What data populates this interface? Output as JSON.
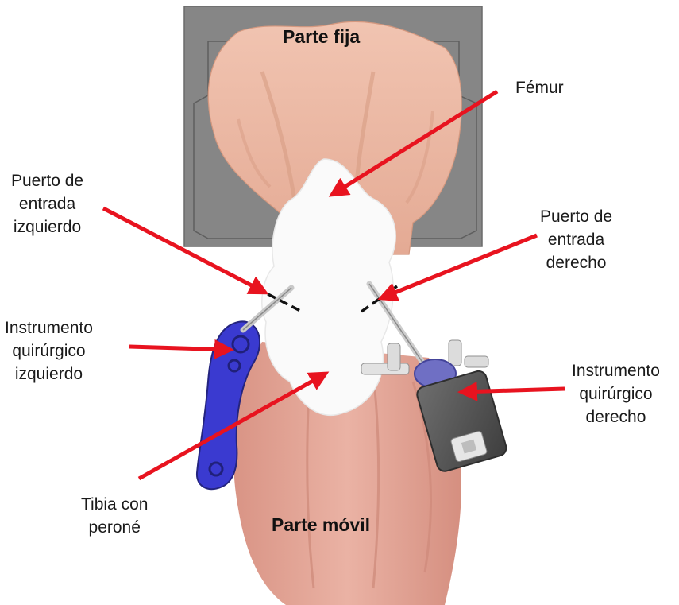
{
  "figure": {
    "labels": {
      "fixed_part": "Parte fija",
      "mobile_part": "Parte móvil",
      "femur": "Fémur",
      "left_port": [
        "Puerto de",
        "entrada",
        "izquierdo"
      ],
      "right_port": [
        "Puerto de",
        "entrada",
        "derecho"
      ],
      "left_instrument": [
        "Instrumento",
        "quirúrgico",
        "izquierdo"
      ],
      "right_instrument": [
        "Instrumento",
        "quirúrgico",
        "derecho"
      ],
      "tibia": [
        "Tibia con",
        "peroné"
      ]
    },
    "colors": {
      "arrow": "#e8131f",
      "fixed_base": "#808080",
      "bone_femur": "#ecb5a0",
      "tibia_muscle": "#e3a294",
      "joint_white": "#fafafa",
      "left_instrument": "#3a3ad0",
      "right_instrument_body": "#5a5a5a",
      "port_marker": "#111111"
    }
  }
}
